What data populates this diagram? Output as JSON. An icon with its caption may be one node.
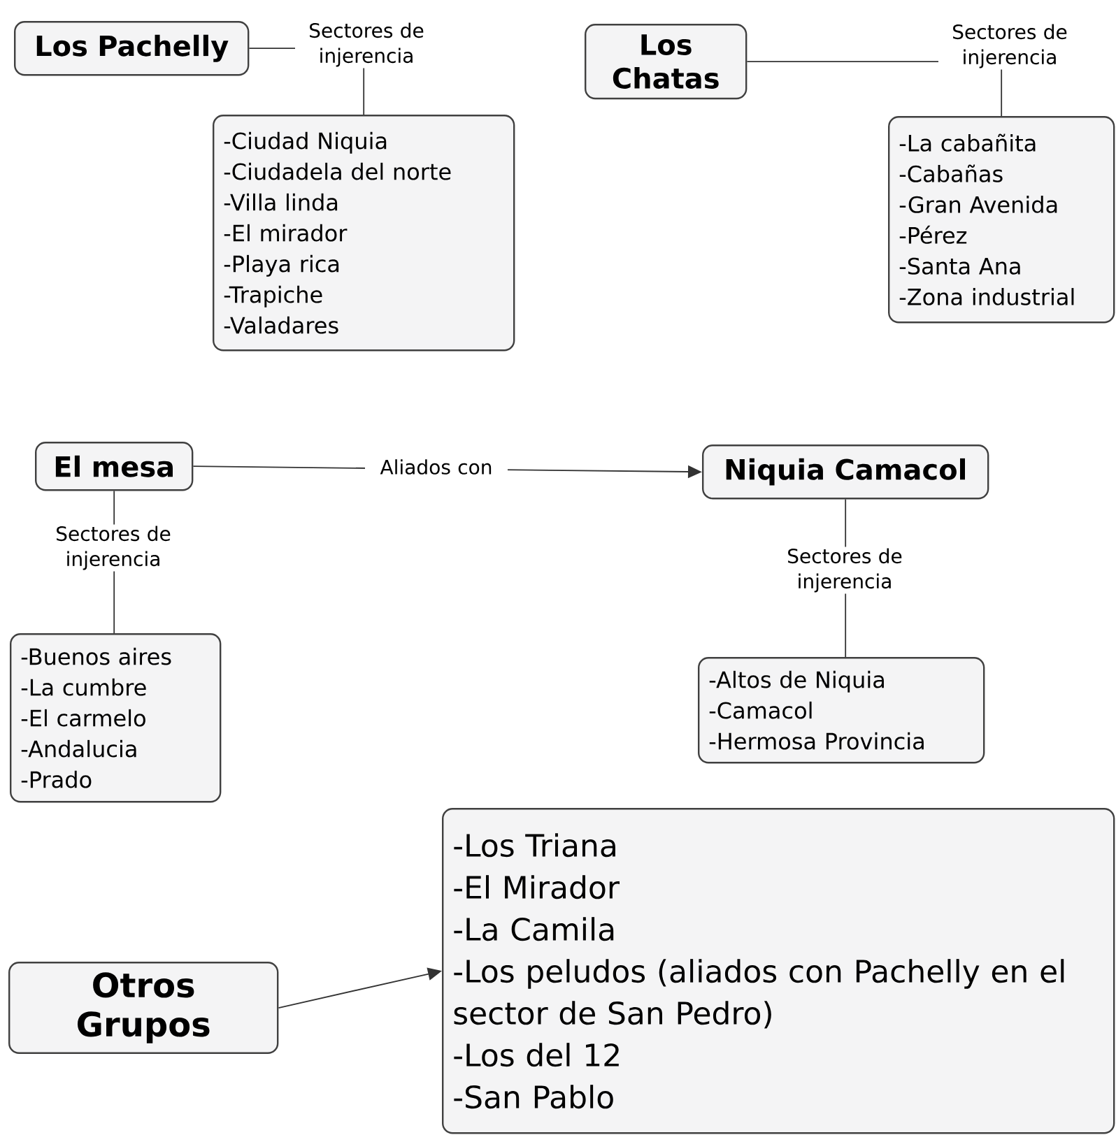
{
  "diagram": {
    "nodes": [
      {
        "text": [
          "Los Pachelly"
        ]
      },
      {
        "text": [
          "-Ciudad Niquia",
          "-Ciudadela del norte",
          "-Villa linda",
          "-El mirador",
          "-Playa rica",
          "-Trapiche",
          "-Valadares"
        ]
      },
      {
        "text": [
          "Los Chatas"
        ]
      },
      {
        "text": [
          "-La cabañita",
          "-Cabañas",
          "-Gran Avenida",
          "-Pérez",
          "-Santa Ana",
          "-Zona industrial"
        ]
      },
      {
        "text": [
          "El mesa"
        ]
      },
      {
        "text": [
          "Niquia Camacol"
        ]
      },
      {
        "text": [
          "-Buenos aires",
          "-La cumbre",
          "-El carmelo",
          "-Andalucia",
          "-Prado"
        ]
      },
      {
        "text": [
          "-Altos de Niquia",
          "-Camacol",
          "-Hermosa Provincia"
        ]
      },
      {
        "text": [
          "Otros Grupos"
        ]
      },
      {
        "text": [
          "-Los Triana",
          "-El Mirador",
          "-La Camila",
          "-Los peludos (aliados con Pachelly en el sector de San Pedro)",
          "-Los del 12",
          "-San Pablo"
        ]
      }
    ],
    "edges": [
      {
        "from": 0,
        "to": 1,
        "label": "Sectores de injerencia",
        "arrow": "none"
      },
      {
        "from": 2,
        "to": 3,
        "label": "Sectores de injerencia",
        "arrow": "none"
      },
      {
        "from": 4,
        "to": 5,
        "label": "Aliados con",
        "arrow": "to"
      },
      {
        "from": 4,
        "to": 6,
        "label": "Sectores de injerencia",
        "arrow": "none"
      },
      {
        "from": 5,
        "to": 7,
        "label": "Sectores de injerencia",
        "arrow": "none"
      },
      {
        "from": 8,
        "to": 9,
        "arrow": "to"
      }
    ]
  }
}
